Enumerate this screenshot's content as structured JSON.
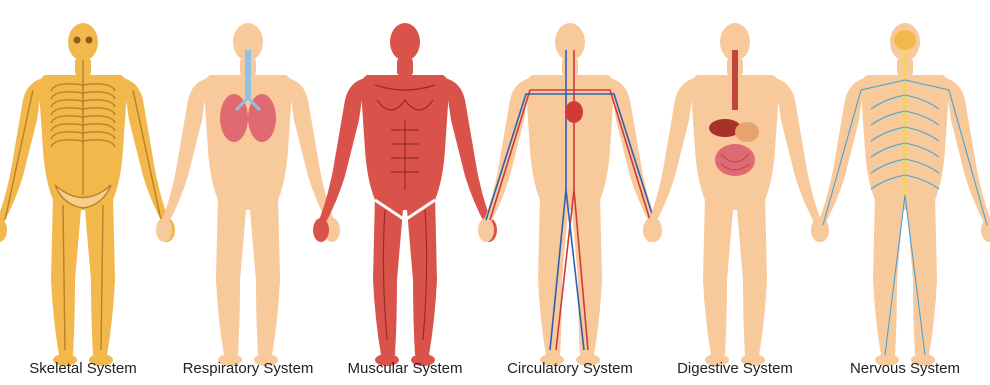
{
  "figures": [
    {
      "label": "Skeletal System",
      "system": "skeletal",
      "body_color": "#f2b84b"
    },
    {
      "label": "Respiratory System",
      "system": "respiratory",
      "body_color": "#f8c99b"
    },
    {
      "label": "Muscular System",
      "system": "muscular",
      "body_color": "#d9534a"
    },
    {
      "label": "Circulatory System",
      "system": "circulatory",
      "body_color": "#f8c99b"
    },
    {
      "label": "Digestive System",
      "system": "digestive",
      "body_color": "#f8c99b"
    },
    {
      "label": "Nervous System",
      "system": "nervous",
      "body_color": "#f8c99b"
    }
  ],
  "colors": {
    "skin": "#f8c99b",
    "artery": "#d23a3a",
    "vein": "#2f5fb3",
    "nerve": "#4aa3d6",
    "organ": "#e06a72",
    "bone": "#f6d089"
  }
}
